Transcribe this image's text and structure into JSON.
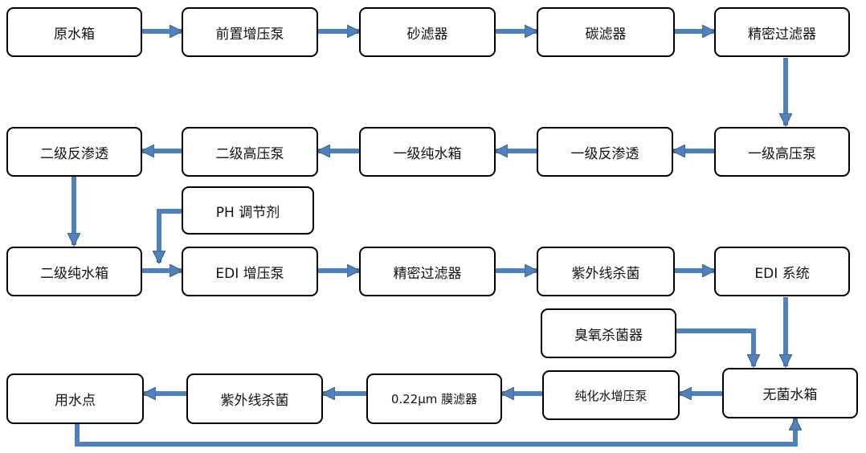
{
  "nodes": {
    "raw_water_tank": "原水箱",
    "pre_booster_pump": "前置增压泵",
    "sand_filter": "砂滤器",
    "carbon_filter": "碳滤器",
    "precision_filter_1": "精密过滤器",
    "stage1_high_pressure_pump": "一级高压泵",
    "stage1_reverse_osmosis": "一级反渗透",
    "stage1_pure_water_tank": "一级纯水箱",
    "stage2_high_pressure_pump": "二级高压泵",
    "stage2_reverse_osmosis": "二级反渗透",
    "ph_regulator": "PH 调节剂",
    "stage2_pure_water_tank": "二级纯水箱",
    "edi_booster_pump": "EDI 增压泵",
    "precision_filter_2": "精密过滤器",
    "uv_sterilizer_1": "紫外线杀菌",
    "edi_system": "EDI 系统",
    "ozone_sterilizer": "臭氧杀菌器",
    "sterile_water_tank": "无菌水箱",
    "pure_water_booster_pump": "纯化水增压泵",
    "membrane_filter": "0.22μm 膜滤器",
    "uv_sterilizer_2": "紫外线杀菌",
    "point_of_use": "用水点"
  },
  "colors": {
    "arrow": "#4F81BD",
    "arrow_outline": "#385D8A",
    "box_border": "#000000"
  }
}
